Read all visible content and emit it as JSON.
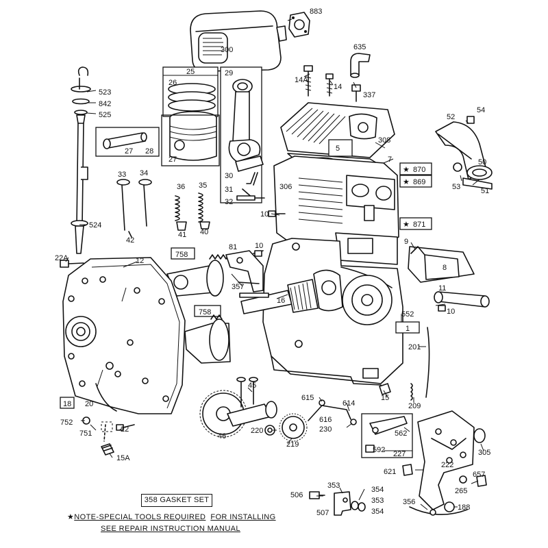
{
  "callouts": {
    "p300": "300",
    "p883": "883",
    "p635": "635",
    "p14A": "14A",
    "p14": "14",
    "p337": "337",
    "p523": "523",
    "p842": "842",
    "p525": "525",
    "p25": "25",
    "p26": "26",
    "p29": "29",
    "p27a": "27",
    "p28": "28",
    "p27b": "27",
    "p5": "5",
    "p308": "308",
    "p7": "7",
    "p52": "52",
    "p54": "54",
    "p50": "50",
    "p870": "870",
    "p869": "869",
    "p53": "53",
    "p51": "51",
    "p306": "306",
    "p33": "33",
    "p34": "34",
    "p36": "36",
    "p35": "35",
    "p30": "30",
    "p31": "31",
    "p32": "32",
    "p10a": "10",
    "p871": "871",
    "p524": "524",
    "p41": "41",
    "p40": "40",
    "p42": "42",
    "p9": "9",
    "p22A": "22A",
    "p12": "12",
    "p758a": "758",
    "p81": "81",
    "p10b": "10",
    "p8": "8",
    "p357": "357",
    "p11": "11",
    "p16": "16",
    "p10c": "10",
    "p758b": "758",
    "p552": "552",
    "p1": "1",
    "p201": "201",
    "p18": "18",
    "p20": "20",
    "p45": "45",
    "p15": "15",
    "p209": "209",
    "p615": "615",
    "p614": "614",
    "p752": "752",
    "p22": "22",
    "p616": "616",
    "p230": "230",
    "p751": "751",
    "p46": "46",
    "p220": "220",
    "p219": "219",
    "p562": "562",
    "p305": "305",
    "p592": "592",
    "p227": "227",
    "p15A": "15A",
    "p222": "222",
    "p621": "621",
    "p657": "657",
    "p353a": "353",
    "p265": "265",
    "p506": "506",
    "p354a": "354",
    "p353b": "353",
    "p507": "507",
    "p354b": "354",
    "p356": "356",
    "p188": "188"
  },
  "notes": {
    "gasket_set": "358 GASKET SET",
    "special_tools_star": "★",
    "special_tools_a": "NOTE-SPECIAL TOOLS REQUIRED",
    "special_tools_b": "FOR INSTALLING",
    "repair_manual": "SEE REPAIR INSTRUCTION MANUAL"
  }
}
